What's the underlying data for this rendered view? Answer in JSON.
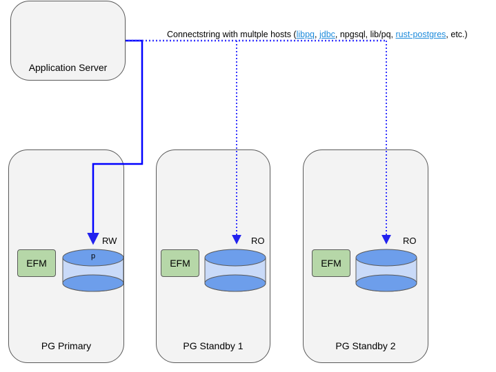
{
  "app_server": {
    "label": "Application Server"
  },
  "connection": {
    "prefix": "Connectstring with multple hosts (",
    "link1": "libpq",
    "sep1": ", ",
    "link2": "jdbc",
    "mid": ", npgsql, lib/pq, ",
    "link3": "rust-postgres",
    "suffix": ", etc.)"
  },
  "nodes": [
    {
      "label": "PG Primary",
      "efm": "EFM",
      "mode": "RW",
      "db_letter": "p"
    },
    {
      "label": "PG Standby 1",
      "efm": "EFM",
      "mode": "RO"
    },
    {
      "label": "PG Standby 2",
      "efm": "EFM",
      "mode": "RO"
    }
  ],
  "colors": {
    "box_fill": "#f3f3f3",
    "efm_fill": "#b6d7a8",
    "cyl_primary_body": "#c9daf8",
    "cyl_top": "#6d9eeb",
    "wire_blue": "#0000ff",
    "wire_dotted": "#3333ff"
  }
}
